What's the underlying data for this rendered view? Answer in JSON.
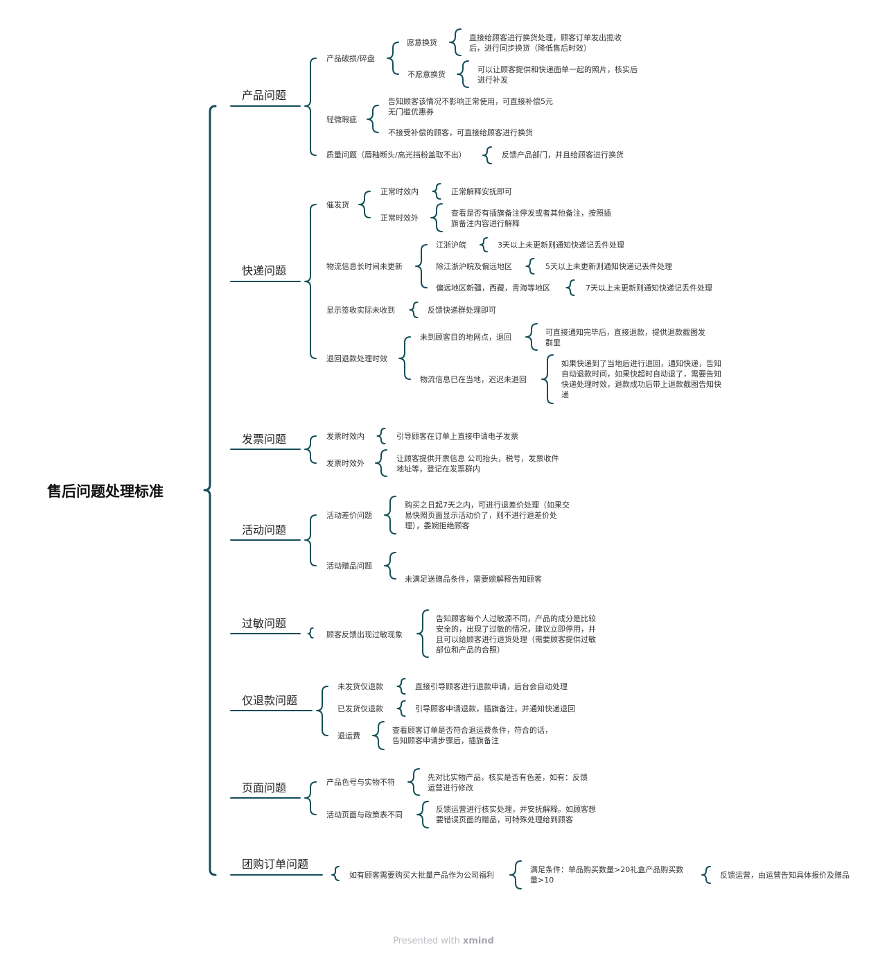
{
  "root": "售后问题处理标准",
  "footer": {
    "presented": "Presented with",
    "brand": "xmind"
  },
  "colors": {
    "line": "#144e5a"
  },
  "categories": [
    {
      "label": "产品问题",
      "items": [
        {
          "label": "产品破损/碎盘",
          "children": [
            {
              "label": "愿意换货",
              "children": [
                {
                  "label": "直接给顾客进行换货处理，顾客订单发出揽收\n后，进行同步换货（降低售后时效）"
                }
              ]
            },
            {
              "label": "不愿意换货",
              "children": [
                {
                  "label": "可以让顾客提供和快递面单一起的照片，核实后\n进行补发"
                }
              ]
            }
          ]
        },
        {
          "label": "轻微瑕疵",
          "children": [
            {
              "label": "告知顾客该情况不影响正常使用，可直接补偿5元\n无门槛优惠券"
            },
            {
              "label": "不接受补偿的顾客，可直接给顾客进行换货"
            }
          ]
        },
        {
          "label": "质量问题（唇釉断头/高光挡粉盖取不出）",
          "children": [
            {
              "label": "反馈产品部门，并且给顾客进行换货"
            }
          ]
        }
      ]
    },
    {
      "label": "快递问题",
      "items": [
        {
          "label": "催发货",
          "children": [
            {
              "label": "正常时效内",
              "children": [
                {
                  "label": "正常解释安抚即可"
                }
              ]
            },
            {
              "label": "正常时效外",
              "children": [
                {
                  "label": "查看是否有插旗备注停发或者其他备注，按照插\n旗备注内容进行解释"
                }
              ]
            }
          ]
        },
        {
          "label": "物流信息长时间未更新",
          "children": [
            {
              "label": "江浙沪皖",
              "children": [
                {
                  "label": "3天以上未更新则通知快递记丢件处理"
                }
              ]
            },
            {
              "label": "除江浙沪皖及偏远地区",
              "children": [
                {
                  "label": "5天以上未更新则通知快递记丢件处理"
                }
              ]
            },
            {
              "label": "偏远地区新疆，西藏，青海等地区",
              "children": [
                {
                  "label": "7天以上未更新则通知快递记丢件处理"
                }
              ]
            }
          ]
        },
        {
          "label": "显示签收实际未收到",
          "children": [
            {
              "label": "反馈快递群处理即可"
            }
          ]
        },
        {
          "label": "退回退款处理时效",
          "children": [
            {
              "label": "未到顾客目的地网点，退回",
              "children": [
                {
                  "label": "可直接通知完毕后，直接退款，提供退款截图发\n群里"
                }
              ]
            },
            {
              "label": "物流信息已在当地，迟迟未退回",
              "children": [
                {
                  "label": "如果快递到了当地后进行退回，通知快递，告知\n自动退款时间，如果快超时自动退了，需要告知\n快递处理时效，退款成功后带上退款截图告知快\n递"
                }
              ]
            }
          ]
        }
      ]
    },
    {
      "label": "发票问题",
      "items": [
        {
          "label": "发票时效内",
          "children": [
            {
              "label": "引导顾客在订单上直接申请电子发票"
            }
          ]
        },
        {
          "label": "发票时效外",
          "children": [
            {
              "label": "让顾客提供开票信息 公司抬头，税号，发票收件\n地址等，登记在发票群内"
            }
          ]
        }
      ]
    },
    {
      "label": "活动问题",
      "items": [
        {
          "label": "活动差价问题",
          "children": [
            {
              "label": "购买之日起7天之内，可进行退差价处理（如果交\n易快照页面显示活动价了，则不进行退差价处\n理），委婉拒绝顾客"
            }
          ]
        },
        {
          "label": "活动赠品问题",
          "children": [
            {
              "label": "未满足送赠品条件，需要婉解释告知顾客"
            }
          ]
        }
      ]
    },
    {
      "label": "过敏问题",
      "items": [
        {
          "label": "顾客反馈出现过敏现象",
          "children": [
            {
              "label": "告知顾客每个人过敏源不同，产品的成分是比较\n安全的，出现了过敏的情况，建议立即停用，并\n且可以给顾客进行退货处理（需要顾客提供过敏\n部位和产品的合照）"
            }
          ]
        }
      ]
    },
    {
      "label": "仅退款问题",
      "items": [
        {
          "label": "未发货仅退款",
          "children": [
            {
              "label": "直接引导顾客进行退款申请，后台会自动处理"
            }
          ]
        },
        {
          "label": "已发货仅退款",
          "children": [
            {
              "label": "引导顾客申请退款，插旗备注，并通知快递退回"
            }
          ]
        },
        {
          "label": "退运费",
          "children": [
            {
              "label": "查看顾客订单是否符合退运费条件，符合的话，\n告知顾客申请步骤后，插旗备注"
            }
          ]
        }
      ]
    },
    {
      "label": "页面问题",
      "items": [
        {
          "label": "产品色号与实物不符",
          "children": [
            {
              "label": "先对比实物产品，核实是否有色差，如有：反馈\n运营进行修改"
            }
          ]
        },
        {
          "label": "活动页面与政策表不同",
          "children": [
            {
              "label": "反馈运营进行核实处理，并安抚解释。如顾客想\n要错误页面的赠品，可特殊处理给到顾客"
            }
          ]
        }
      ]
    },
    {
      "label": "团购订单问题",
      "items": [
        {
          "label": "如有顾客需要购买大批量产品作为公司福利",
          "children": [
            {
              "label": "满足条件：单品购买数量>20礼盒产品购买数\n量>10",
              "children": [
                {
                  "label": "反馈运营，由运营告知具体报价及赠品"
                }
              ]
            }
          ]
        }
      ]
    }
  ]
}
